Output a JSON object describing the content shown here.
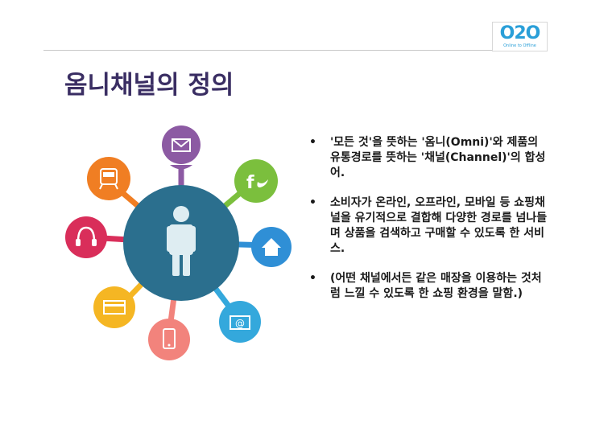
{
  "logo": {
    "text": "O2O",
    "subtitle": "Online to Offline"
  },
  "title": "옴니채널의 정의",
  "bullets": [
    "'모든 것'을 뜻하는 '옴니(Omni)'와 제품의 유통경로를 뜻하는 '채널(Channel)'의 합성어.",
    "소비자가 온라인, 오프라인, 모바일 등 쇼핑채널을 유기적으로 결합해 다양한 경로를 넘나들며 상품을 검색하고 구매할 수 있도록 한 서비스.",
    "(어떤 채널에서든 같은 매장을 이용하는 것처럼 느낄 수 있도록 한 쇼핑 환경을 말함.)"
  ],
  "bullet_marker": "•",
  "diagram": {
    "center_icon": "person-icon",
    "center_color": "#2b6f8e",
    "nodes": [
      {
        "name": "mail-icon",
        "color": "#8c5aa3"
      },
      {
        "name": "social-icon",
        "color": "#7bbf3d"
      },
      {
        "name": "home-icon",
        "color": "#2f8fd6"
      },
      {
        "name": "email-at-icon",
        "color": "#34a8dc"
      },
      {
        "name": "phone-icon",
        "color": "#f2837c"
      },
      {
        "name": "credit-card-icon",
        "color": "#f5b623"
      },
      {
        "name": "headphones-icon",
        "color": "#d92e5a"
      },
      {
        "name": "train-icon",
        "color": "#f07e23"
      }
    ]
  }
}
